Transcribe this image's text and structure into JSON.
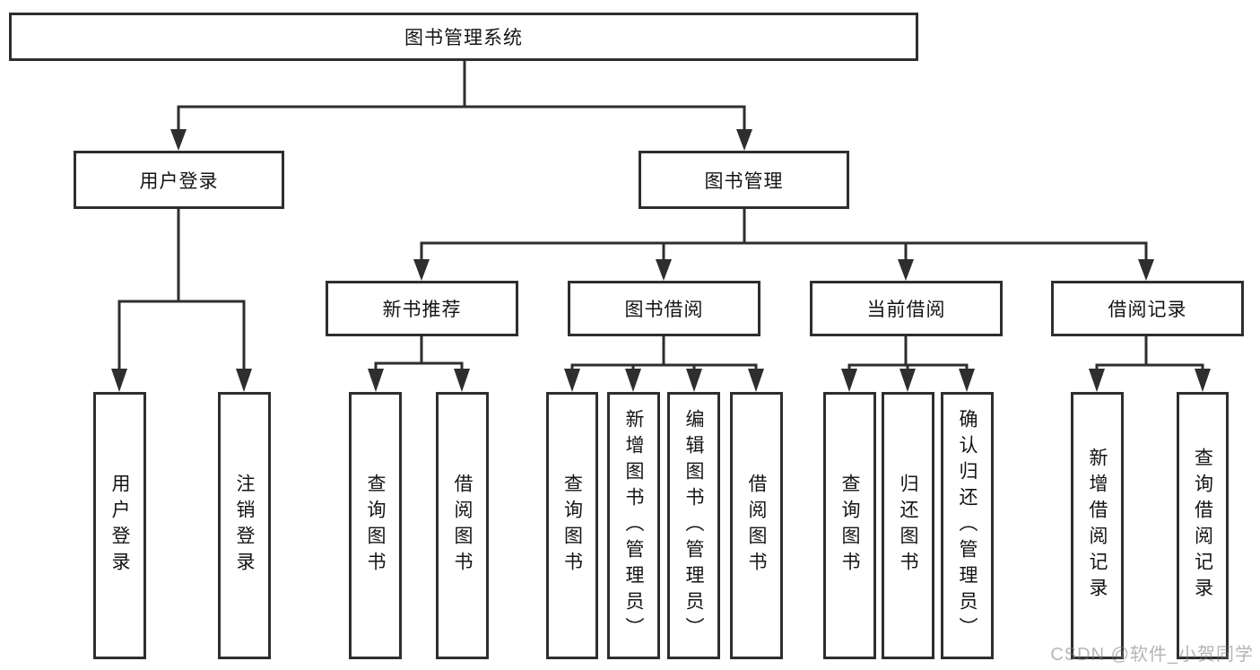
{
  "diagram": {
    "root": "图书管理系统",
    "level1": [
      {
        "label": "用户登录",
        "leaves": [
          "用户登录",
          "注销登录"
        ]
      },
      {
        "label": "图书管理"
      }
    ],
    "level2": [
      {
        "label": "新书推荐",
        "leaves": [
          "查询图书",
          "借阅图书"
        ]
      },
      {
        "label": "图书借阅",
        "leaves": [
          "查询图书",
          "新增图书（管理员）",
          "编辑图书（管理员）",
          "借阅图书"
        ]
      },
      {
        "label": "当前借阅",
        "leaves": [
          "查询图书",
          "归还图书",
          "确认归还（管理员）"
        ]
      },
      {
        "label": "借阅记录",
        "leaves": [
          "新增借阅记录",
          "查询借阅记录"
        ]
      }
    ],
    "watermark": "CSDN @软件_小贺同学",
    "colors": {
      "line": "#2e2e2e",
      "text": "#141414",
      "watermark": "#a9a9a9",
      "background": "#ffffff"
    }
  }
}
